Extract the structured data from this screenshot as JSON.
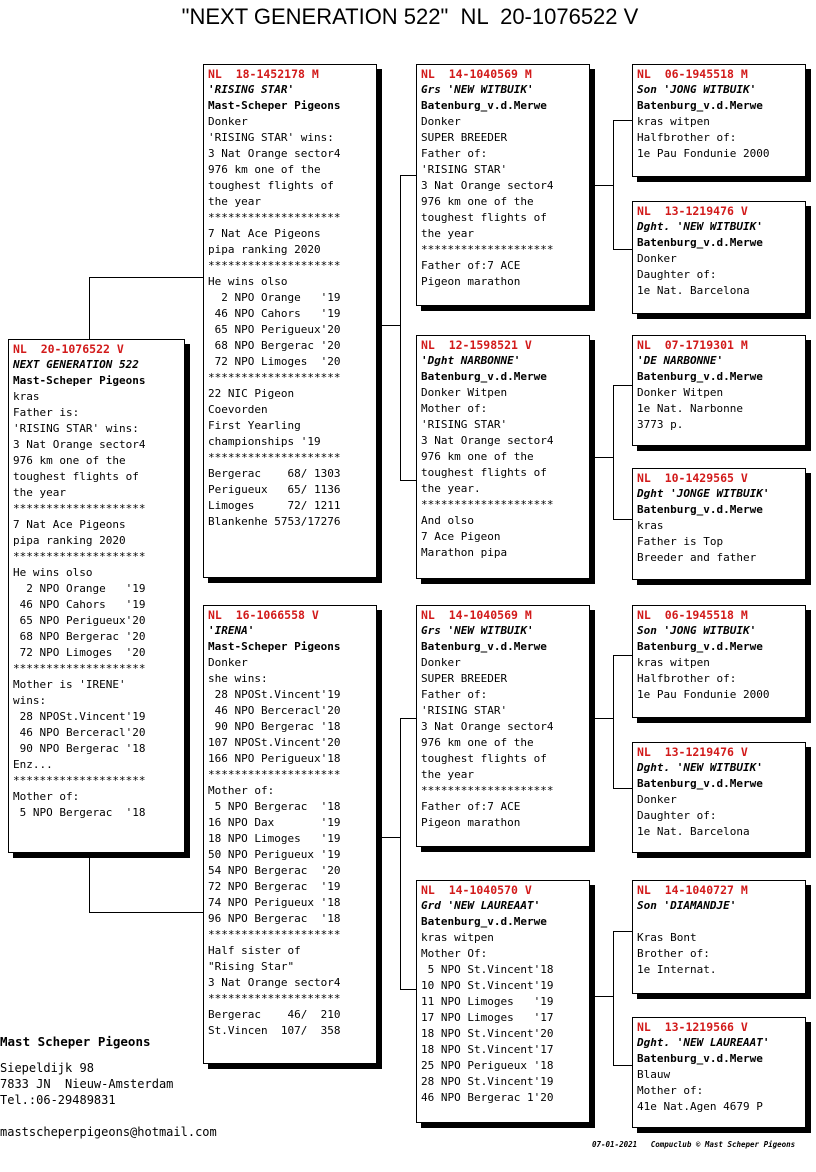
{
  "title": "\"NEXT GENERATION 522\"  NL  20-1076522 V",
  "subject": {
    "ring": "NL  20-1076522 V",
    "name": "NEXT GENERATION 522",
    "breeder": "Mast-Scheper Pigeons",
    "lines": [
      "kras",
      "Father is:",
      "'RISING STAR' wins:",
      "3 Nat Orange sector4",
      "976 km one of the",
      "toughest flights of",
      "the year",
      "********************",
      "7 Nat Ace Pigeons",
      "pipa ranking 2020",
      "********************",
      "He wins olso",
      "  2 NPO Orange   '19",
      " 46 NPO Cahors   '19",
      " 65 NPO Perigueux'20",
      " 68 NPO Bergerac '20",
      " 72 NPO Limoges  '20",
      "********************",
      "Mother is 'IRENE'",
      "wins:",
      " 28 NPOSt.Vincent'19",
      " 46 NPO Berceracl'20",
      " 90 NPO Bergerac '18",
      "Enz...",
      "********************",
      "Mother of:",
      " 5 NPO Bergerac  '18"
    ]
  },
  "father": {
    "ring": "NL  18-1452178 M",
    "name": "'RISING STAR'",
    "breeder": "Mast-Scheper Pigeons",
    "lines": [
      "Donker",
      "'RISING STAR' wins:",
      "3 Nat Orange sector4",
      "976 km one of the",
      "toughest flights of",
      "the year",
      "********************",
      "7 Nat Ace Pigeons",
      "pipa ranking 2020",
      "********************",
      "He wins olso",
      "  2 NPO Orange   '19",
      " 46 NPO Cahors   '19",
      " 65 NPO Perigueux'20",
      " 68 NPO Bergerac '20",
      " 72 NPO Limoges  '20",
      "********************",
      "22 NIC Pigeon",
      "Coevorden",
      "First Yearling",
      "championships '19",
      "********************",
      "Bergerac    68/ 1303",
      "Perigueux   65/ 1136",
      "Limoges     72/ 1211",
      "Blankenhe 5753/17276"
    ]
  },
  "mother": {
    "ring": "NL  16-1066558 V",
    "name": "'IRENA'",
    "breeder": "Mast-Scheper Pigeons",
    "lines": [
      "Donker",
      "she wins:",
      " 28 NPOSt.Vincent'19",
      " 46 NPO Berceracl'20",
      " 90 NPO Bergerac '18",
      "107 NPOSt.Vincent'20",
      "166 NPO Perigueux'18",
      "********************",
      "Mother of:",
      " 5 NPO Bergerac  '18",
      "16 NPO Dax       '19",
      "18 NPO Limoges   '19",
      "50 NPO Perigueux '19",
      "54 NPO Bergerac  '20",
      "72 NPO Bergerac  '19",
      "74 NPO Perigueux '18",
      "96 NPO Bergerac  '18",
      "********************",
      "Half sister of",
      "\"Rising Star\"",
      "3 Nat Orange sector4",
      "********************",
      "Bergerac    46/  210",
      "St.Vincen  107/  358"
    ]
  },
  "ff": {
    "ring": "NL  14-1040569 M",
    "name": "Grs 'NEW WITBUIK'",
    "breeder": "Batenburg_v.d.Merwe",
    "lines": [
      "Donker",
      "SUPER BREEDER",
      "Father of:",
      "'RISING STAR'",
      "3 Nat Orange sector4",
      "976 km one of the",
      "toughest flights of",
      "the year",
      "********************",
      "Father of:7 ACE",
      "Pigeon marathon"
    ]
  },
  "fm": {
    "ring": "NL  12-1598521 V",
    "name": "'Dght NARBONNE'",
    "breeder": "Batenburg_v.d.Merwe",
    "lines": [
      "Donker Witpen",
      "Mother of:",
      "'RISING STAR'",
      "3 Nat Orange sector4",
      "976 km one of the",
      "toughest flights of",
      "the year.",
      "********************",
      "And olso",
      "7 Ace Pigeon",
      "Marathon pipa"
    ]
  },
  "mf": {
    "ring": "NL  14-1040569 M",
    "name": "Grs 'NEW WITBUIK'",
    "breeder": "Batenburg_v.d.Merwe",
    "lines": [
      "Donker",
      "SUPER BREEDER",
      "Father of:",
      "'RISING STAR'",
      "3 Nat Orange sector4",
      "976 km one of the",
      "toughest flights of",
      "the year",
      "********************",
      "Father of:7 ACE",
      "Pigeon marathon"
    ]
  },
  "mm": {
    "ring": "NL  14-1040570 V",
    "name": "Grd 'NEW LAUREAAT'",
    "breeder": "Batenburg_v.d.Merwe",
    "lines": [
      "kras witpen",
      "Mother Of:",
      " 5 NPO St.Vincent'18",
      "10 NPO St.Vincent'19",
      "11 NPO Limoges   '19",
      "17 NPO Limoges   '17",
      "18 NPO St.Vincent'20",
      "18 NPO St.Vincent'17",
      "25 NPO Perigueux '18",
      "28 NPO St.Vincent'19",
      "46 NPO Bergerac 1'20"
    ]
  },
  "fff": {
    "ring": "NL  06-1945518 M",
    "name": "Son 'JONG WITBUIK'",
    "breeder": "Batenburg_v.d.Merwe",
    "lines": [
      "kras witpen",
      "Halfbrother of:",
      "1e Pau Fondunie 2000"
    ]
  },
  "ffm": {
    "ring": "NL  13-1219476 V",
    "name": "Dght. 'NEW WITBUIK'",
    "breeder": "Batenburg_v.d.Merwe",
    "lines": [
      "Donker",
      "Daughter of:",
      "1e Nat. Barcelona"
    ]
  },
  "fmf": {
    "ring": "NL  07-1719301 M",
    "name": "'DE NARBONNE'",
    "breeder": "Batenburg_v.d.Merwe",
    "lines": [
      "Donker Witpen",
      "1e Nat. Narbonne",
      "3773 p."
    ]
  },
  "fmm": {
    "ring": "NL  10-1429565 V",
    "name": "Dght 'JONGE WITBUIK'",
    "breeder": "Batenburg_v.d.Merwe",
    "lines": [
      "kras",
      "Father is Top",
      "Breeder and father"
    ]
  },
  "mff": {
    "ring": "NL  06-1945518 M",
    "name": "Son 'JONG WITBUIK'",
    "breeder": "Batenburg_v.d.Merwe",
    "lines": [
      "kras witpen",
      "Halfbrother of:",
      "1e Pau Fondunie 2000"
    ]
  },
  "mfm": {
    "ring": "NL  13-1219476 V",
    "name": "Dght. 'NEW WITBUIK'",
    "breeder": "Batenburg_v.d.Merwe",
    "lines": [
      "Donker",
      "Daughter of:",
      "1e Nat. Barcelona"
    ]
  },
  "mmf": {
    "ring": "NL  14-1040727 M",
    "name": "Son 'DIAMANDJE'",
    "breeder": "",
    "lines": [
      "",
      "Kras Bont",
      "Brother of:",
      "1e Internat."
    ]
  },
  "mmm": {
    "ring": "NL  13-1219566 V",
    "name": "Dght. 'NEW LAUREAAT'",
    "breeder": "Batenburg_v.d.Merwe",
    "lines": [
      "Blauw",
      "Mother of:",
      "41e Nat.Agen 4679 P"
    ]
  },
  "owner": {
    "name": "Mast Scheper Pigeons",
    "address1": "Siepeldijk 98",
    "address2": "7833 JN  Nieuw-Amsterdam",
    "phone": "Tel.:06-29489831",
    "email": "mastscheperpigeons@hotmail.com"
  },
  "footer": "07-01-2021   Compuclub © Mast Scheper Pigeons",
  "colors": {
    "ring": "#d21a1a",
    "border": "#000000"
  }
}
